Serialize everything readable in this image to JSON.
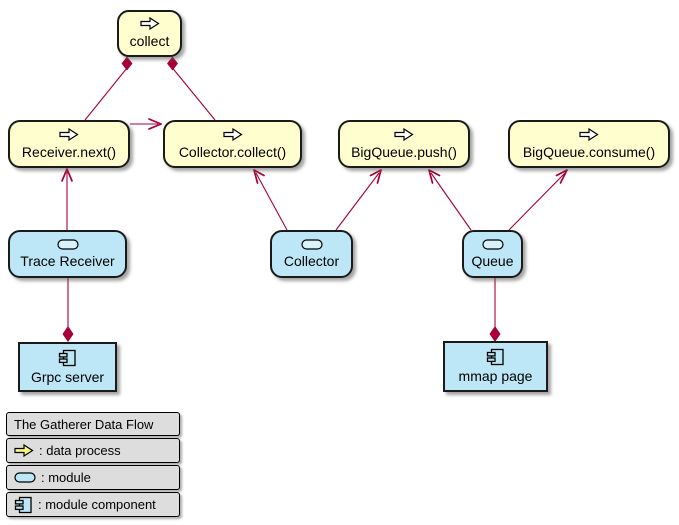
{
  "diagram": {
    "nodes": {
      "collect": {
        "label": "collect",
        "kind": "data process"
      },
      "receiver_next": {
        "label": "Receiver.next()",
        "kind": "data process"
      },
      "collector_collect": {
        "label": "Collector.collect()",
        "kind": "data process"
      },
      "bigqueue_push": {
        "label": "BigQueue.push()",
        "kind": "data process"
      },
      "bigqueue_consume": {
        "label": "BigQueue.consume()",
        "kind": "data process"
      },
      "trace_receiver": {
        "label": "Trace Receiver",
        "kind": "module"
      },
      "collector": {
        "label": "Collector",
        "kind": "module"
      },
      "queue": {
        "label": "Queue",
        "kind": "module"
      },
      "grpc_server": {
        "label": "Grpc server",
        "kind": "module component"
      },
      "mmap_page": {
        "label": "mmap page",
        "kind": "module component"
      }
    },
    "edges": [
      {
        "from": "collect",
        "to": "receiver_next",
        "style": "diamond-at-source"
      },
      {
        "from": "collect",
        "to": "collector_collect",
        "style": "diamond-at-source"
      },
      {
        "from": "receiver_next",
        "to": "collector_collect",
        "style": "arrow"
      },
      {
        "from": "trace_receiver",
        "to": "receiver_next",
        "style": "arrow"
      },
      {
        "from": "collector",
        "to": "collector_collect",
        "style": "arrow"
      },
      {
        "from": "collector",
        "to": "bigqueue_push",
        "style": "arrow"
      },
      {
        "from": "queue",
        "to": "bigqueue_push",
        "style": "arrow"
      },
      {
        "from": "queue",
        "to": "bigqueue_consume",
        "style": "arrow"
      },
      {
        "from": "trace_receiver",
        "to": "grpc_server",
        "style": "diamond-at-target"
      },
      {
        "from": "queue",
        "to": "mmap_page",
        "style": "diamond-at-target"
      }
    ]
  },
  "legend": {
    "title": "The Gatherer Data Flow",
    "items": [
      {
        "icon": "data-process-arrow-icon",
        "label": ": data process"
      },
      {
        "icon": "module-icon",
        "label": ": module"
      },
      {
        "icon": "module-component-icon",
        "label": ": module component"
      }
    ]
  },
  "colors": {
    "process_fill": "#FEFECE",
    "module_fill": "#BDE7F7",
    "legend_fill": "#DDDDDD",
    "edge": "#A80036",
    "border": "#1A1A1A"
  }
}
